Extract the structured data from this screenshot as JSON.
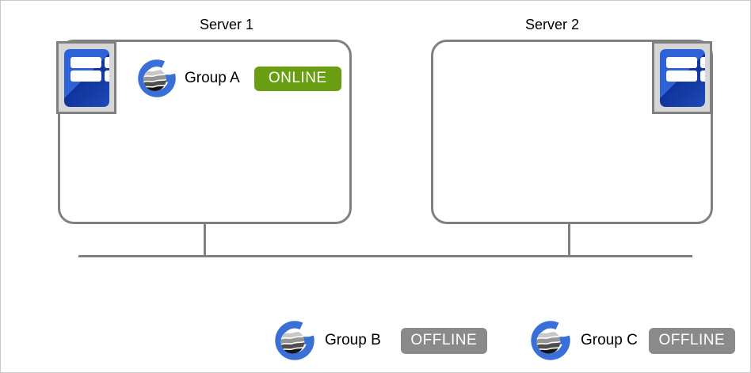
{
  "servers": [
    {
      "label": "Server 1",
      "groups": [
        {
          "name": "Group A",
          "status": "ONLINE"
        }
      ]
    },
    {
      "label": "Server 2",
      "groups": []
    }
  ],
  "external_groups": [
    {
      "name": "Group B",
      "status": "OFFLINE"
    },
    {
      "name": "Group C",
      "status": "OFFLINE"
    }
  ],
  "icons": {
    "server_icon": "server-tower-icon",
    "group_icon": "availability-group-globe-icon"
  },
  "colors": {
    "online_badge": "#699E12",
    "offline_badge": "#8A8A8A",
    "line_and_border": "#808080",
    "group_logo_blue": "#3A6FD8",
    "server_icon_blue": "#2D62D9",
    "server_icon_frame": "#D6D6D6",
    "page_border": "#C9C9C9"
  }
}
